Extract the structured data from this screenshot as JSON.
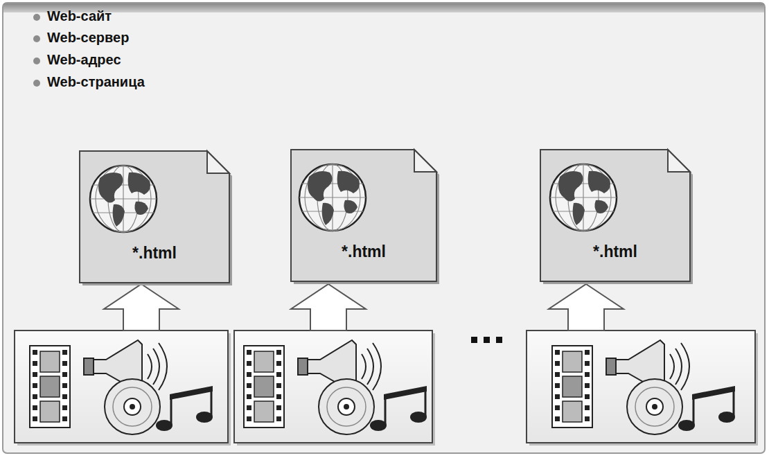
{
  "diagram": {
    "nodes": [
      {
        "text": [
          "*.html"
        ]
      },
      {
        "text": [
          "*.html"
        ]
      },
      {
        "text": [
          "*.html"
        ]
      }
    ],
    "labels": [
      "Web-сайт",
      "Web-сервер",
      "Web-адрес",
      "Web-страница"
    ]
  }
}
